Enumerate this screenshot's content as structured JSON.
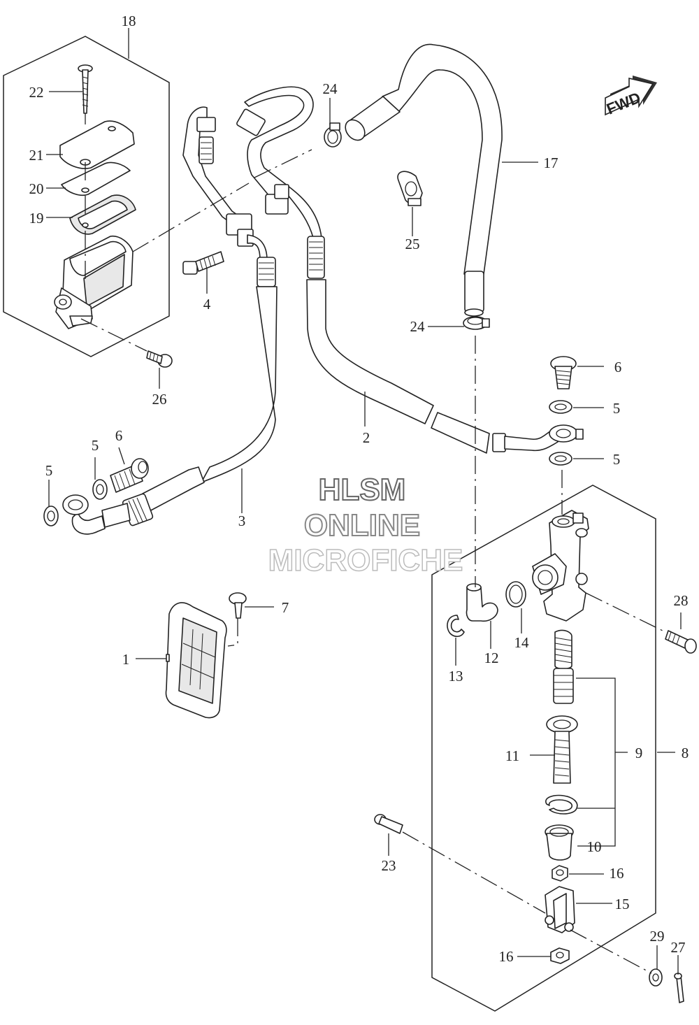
{
  "watermark": {
    "line1": "HLSM",
    "line2": "ONLINE",
    "line3": "MICROFICHE"
  },
  "fwd_badge": {
    "text": "FWD"
  },
  "callouts": {
    "c1": "1",
    "c2": "2",
    "c3": "3",
    "c4": "4",
    "c5a": "5",
    "c5b": "5",
    "c5c": "5",
    "c5d": "5",
    "c6a": "6",
    "c6b": "6",
    "c7": "7",
    "c8": "8",
    "c9": "9",
    "c10": "10",
    "c11": "11",
    "c12": "12",
    "c13": "13",
    "c14": "14",
    "c15": "15",
    "c16a": "16",
    "c16b": "16",
    "c17": "17",
    "c18": "18",
    "c19": "19",
    "c20": "20",
    "c21": "21",
    "c22": "22",
    "c23": "23",
    "c24a": "24",
    "c24b": "24",
    "c25": "25",
    "c26": "26",
    "c27": "27",
    "c28": "28",
    "c29": "29"
  }
}
